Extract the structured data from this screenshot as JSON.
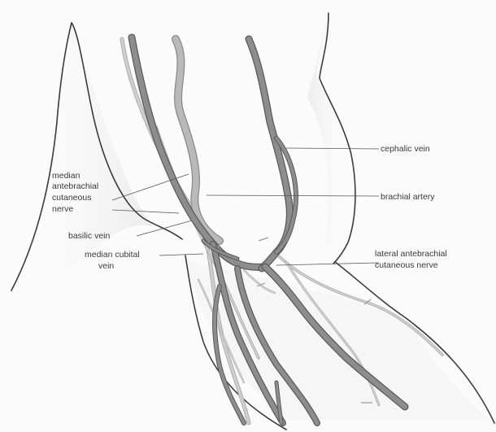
{
  "labels": {
    "median_antebrachial_cutaneous_nerve": [
      "median",
      "antebrachial",
      "cutaneous",
      "nerve"
    ],
    "basilic_vein": "basilic vein",
    "median_cubital_vein": [
      "median cubital",
      "vein"
    ],
    "cephalic_vein": "cephalic vein",
    "brachial_artery": "brachial artery",
    "lateral_antebrachial_cutaneous_nerve": [
      "lateral antebrachial",
      "cutaneous nerve"
    ]
  },
  "colors": {
    "outline": "#3c3c3c",
    "vein": "#8d8d8d",
    "artery": "#b9b9b9",
    "nerve": "#cfcfcf",
    "shading": "#ececec"
  }
}
